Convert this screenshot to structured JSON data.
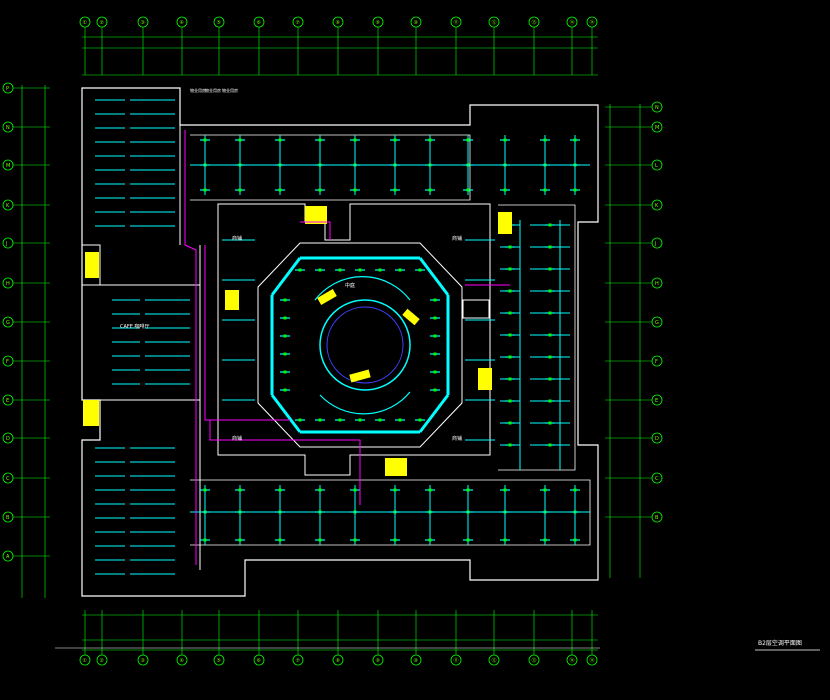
{
  "drawing": {
    "title": "B2层空调平面图",
    "colors": {
      "background": "#000000",
      "grid_green": "#00ff00",
      "wall_white": "#ffffff",
      "duct_cyan": "#00ffff",
      "pipe_magenta": "#ff00ff",
      "yellow_fixtures": "#ffff00",
      "blue_pipe": "#4040ff"
    }
  },
  "axes": {
    "top_labels": [
      "①",
      "②",
      "③",
      "④",
      "⑤",
      "⑥",
      "⑦",
      "⑧",
      "⑨",
      "⑩",
      "⑪",
      "⑫",
      "⑬",
      "⑭"
    ],
    "bottom_labels": [
      "①",
      "②",
      "③",
      "④",
      "⑤",
      "⑥",
      "⑦",
      "⑧",
      "⑨",
      "⑩",
      "⑪",
      "⑫",
      "⑬",
      "⑭"
    ],
    "left_labels": [
      "P",
      "N",
      "M",
      "K",
      "J",
      "H",
      "G",
      "F",
      "E",
      "D",
      "C",
      "B",
      "A"
    ],
    "right_labels": [
      "N",
      "M",
      "L",
      "K",
      "J",
      "H",
      "G",
      "F",
      "E",
      "D",
      "C",
      "B"
    ]
  },
  "room_labels": {
    "store_rooms": [
      "物业用房",
      "物业用房",
      "物业用房"
    ],
    "atrium": "中庭",
    "shop_a": "商铺",
    "shop_b": "商铺",
    "shop_c": "商铺",
    "shop_d": "商铺",
    "cafe": "CAFE 咖啡厅"
  }
}
